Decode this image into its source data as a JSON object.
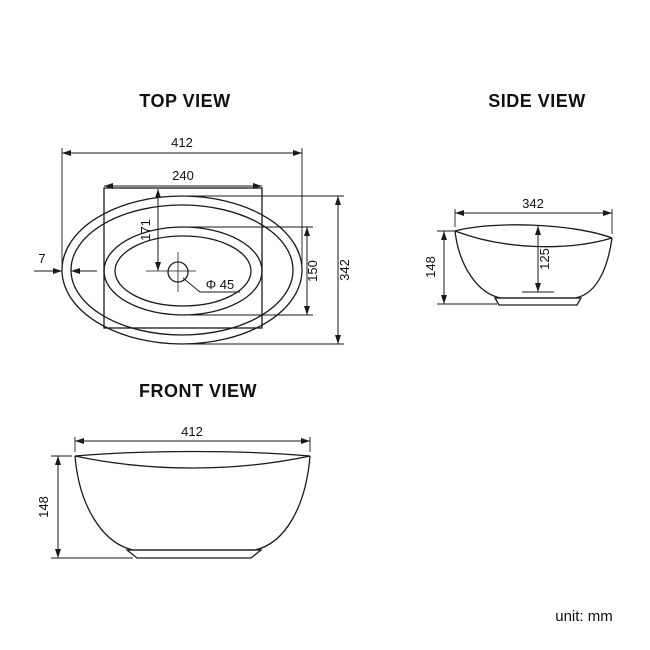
{
  "unit_label": "unit: mm",
  "colors": {
    "line": "#1a1a1a",
    "background": "#ffffff"
  },
  "views": {
    "top": {
      "title": "TOP VIEW",
      "dims": {
        "overall_width": "412",
        "basin_width": "240",
        "drain_offset": "171",
        "basin_depth": "150",
        "overall_depth": "342",
        "rim_thickness": "7",
        "drain_diameter": "Φ 45"
      }
    },
    "side": {
      "title": "SIDE VIEW",
      "dims": {
        "overall_width": "342",
        "overall_height": "148",
        "inner_depth": "125"
      }
    },
    "front": {
      "title": "FRONT VIEW",
      "dims": {
        "overall_width": "412",
        "overall_height": "148"
      }
    }
  }
}
